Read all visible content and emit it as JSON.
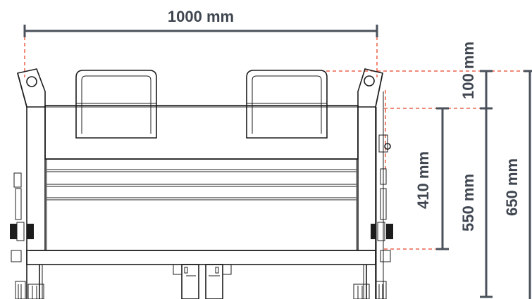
{
  "dimensions": {
    "width_label": "1000 mm",
    "top_offset_label": "100 mm",
    "inner_height_label": "410 mm",
    "mid_height_label": "550 mm",
    "total_height_label": "650 mm"
  },
  "colors": {
    "dimension_line": "#4a515b",
    "dimension_text": "#3f4650",
    "guide_line": "#e8452a",
    "drawing_ink": "#1c1c1c"
  }
}
